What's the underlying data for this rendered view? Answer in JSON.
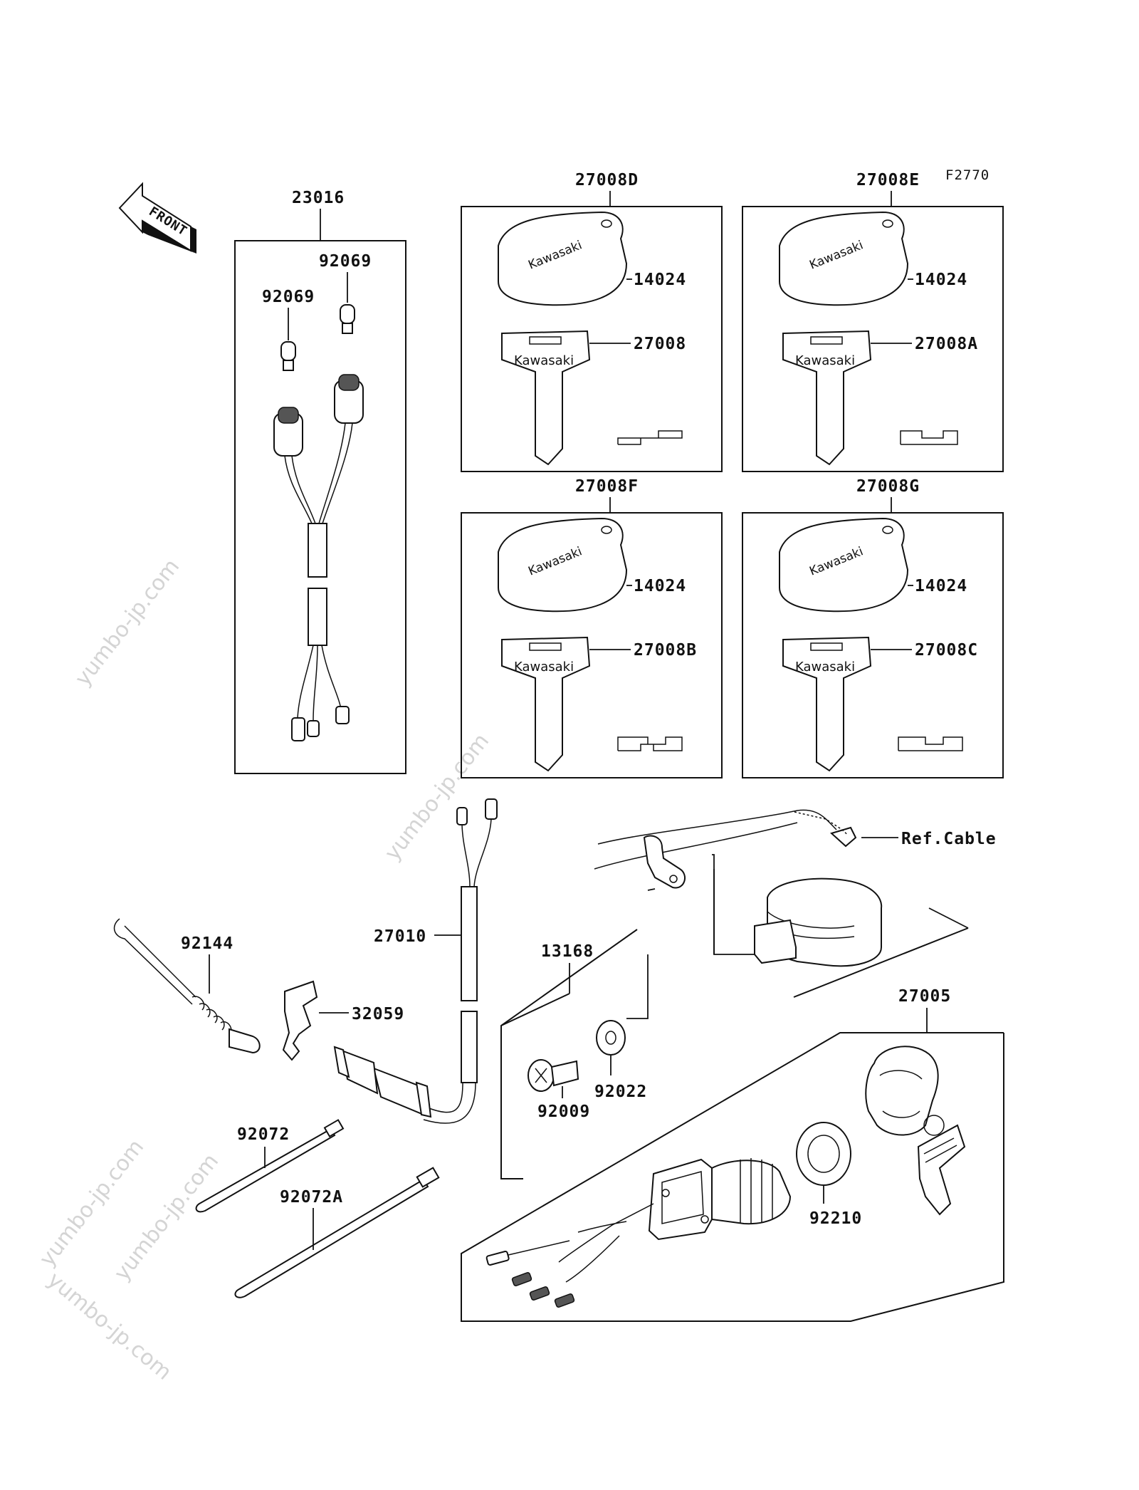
{
  "figure_code": "F2770",
  "direction_marker": "FRONT",
  "watermarks": [
    "yumbo-jp.com",
    "yumbo-jp.com",
    "yumbo-jp.com",
    "yumbo-jp.com",
    "yumbo-jp.com"
  ],
  "brand_text": "Kawasaki",
  "parts": {
    "p23016": "23016",
    "p92069_a": "92069",
    "p92069_b": "92069",
    "p27008D": "27008D",
    "p27008E": "27008E",
    "p27008F": "27008F",
    "p27008G": "27008G",
    "p14024_a": "14024",
    "p14024_b": "14024",
    "p14024_c": "14024",
    "p14024_d": "14024",
    "p27008": "27008",
    "p27008A": "27008A",
    "p27008B": "27008B",
    "p27008C": "27008C",
    "ref_cable": "Ref.Cable",
    "p27010": "27010",
    "p92144": "92144",
    "p32059": "32059",
    "p13168": "13168",
    "p27005": "27005",
    "p92022": "92022",
    "p92009": "92009",
    "p92072": "92072",
    "p92072A": "92072A",
    "p92210": "92210"
  }
}
